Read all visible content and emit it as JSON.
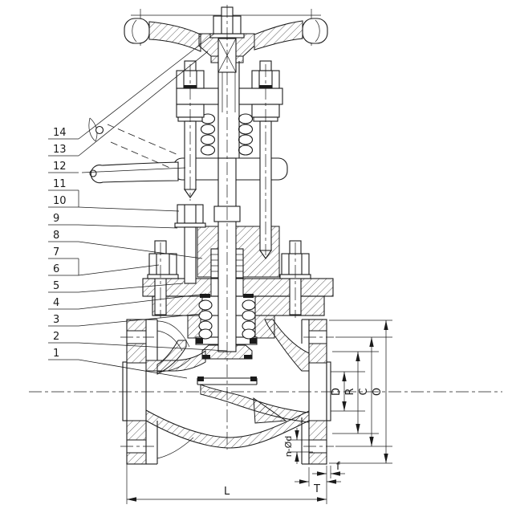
{
  "drawing": {
    "parts": [
      "14",
      "13",
      "12",
      "11",
      "10",
      "9",
      "8",
      "7",
      "6",
      "5",
      "4",
      "3",
      "2",
      "1"
    ],
    "dims": {
      "bore": "D",
      "raised_face": "R",
      "bolt_circle": "C",
      "flange_od": "O",
      "face_to_face": "L",
      "raised_face_height": "f",
      "flange_thickness": "T",
      "bolt_holes": "n-Ød"
    },
    "colors": {
      "ink": "#1b1b1b",
      "background": "#ffffff"
    }
  }
}
